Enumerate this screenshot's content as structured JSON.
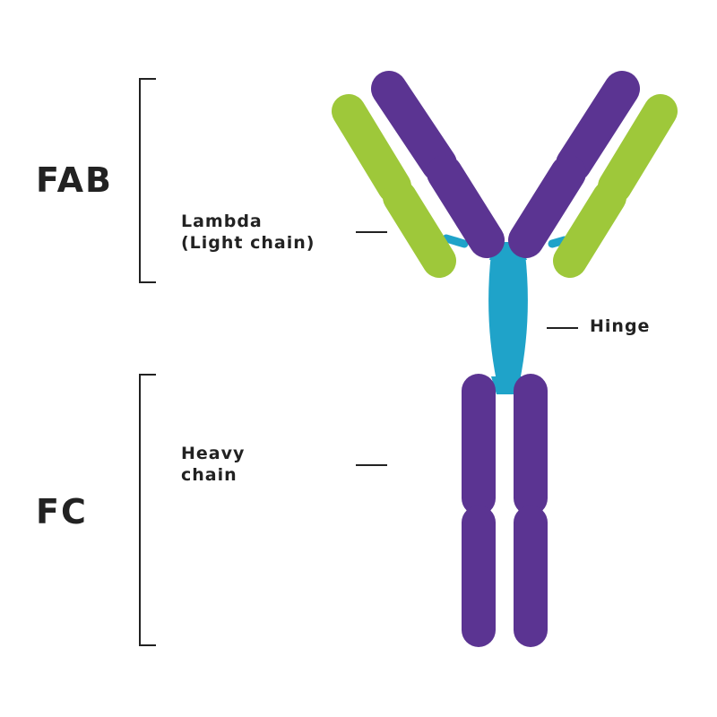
{
  "colors": {
    "heavy_chain": "#5b3492",
    "light_chain": "#9ec83a",
    "hinge": "#1fa3c9",
    "line": "#222222",
    "background": "#ffffff"
  },
  "sections": {
    "fab": "FAB",
    "fc": "FC"
  },
  "callouts": {
    "lambda_line1": "Lambda",
    "lambda_line2": "(Light chain)",
    "hinge": "Hinge",
    "heavy_line1": "Heavy",
    "heavy_line2": "chain"
  }
}
